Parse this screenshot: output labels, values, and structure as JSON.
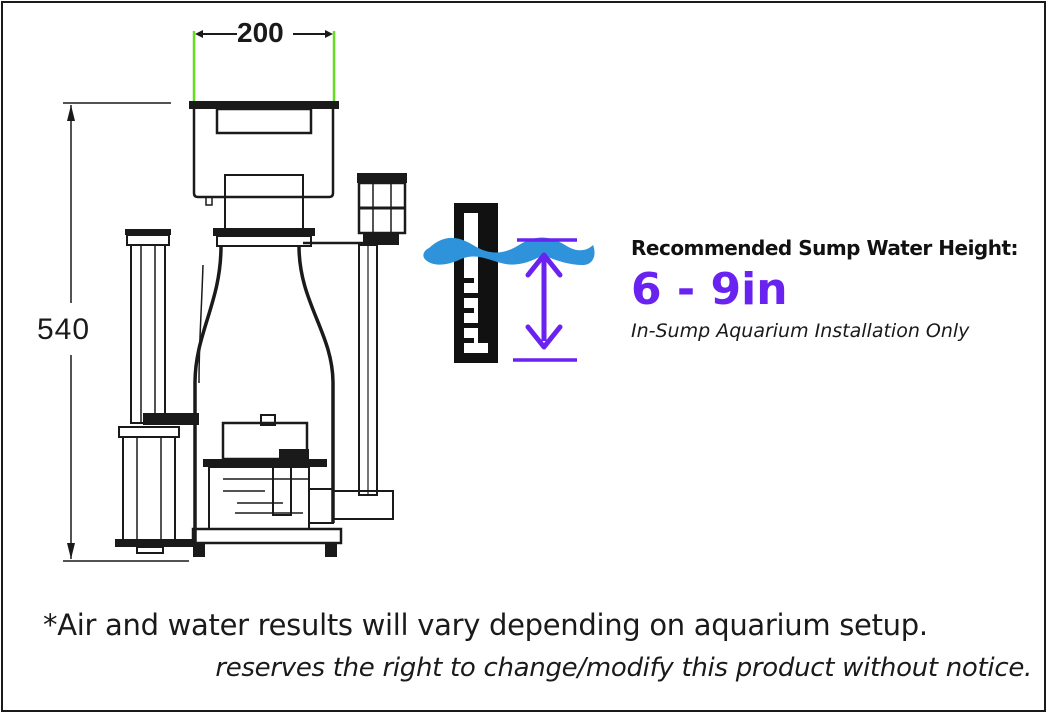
{
  "dimensions": {
    "width": "200",
    "height": "540"
  },
  "callout": {
    "title": "Recommended Sump Water Height:",
    "value": "6 - 9in",
    "note": "In-Sump Aquarium Installation Only"
  },
  "footnote": "*Air and water results will vary depending on aquarium setup.",
  "disclaimer": "reserves the right to change/modify this product without notice.",
  "colors": {
    "accent": "#6a22f0",
    "water": "#2f93dc",
    "dimension_guide": "#66dd22",
    "line": "#1a1a1a"
  },
  "icons": [
    "protein-skimmer-drawing",
    "water-level-gauge-icon",
    "double-arrow-icon",
    "water-wave-icon"
  ]
}
